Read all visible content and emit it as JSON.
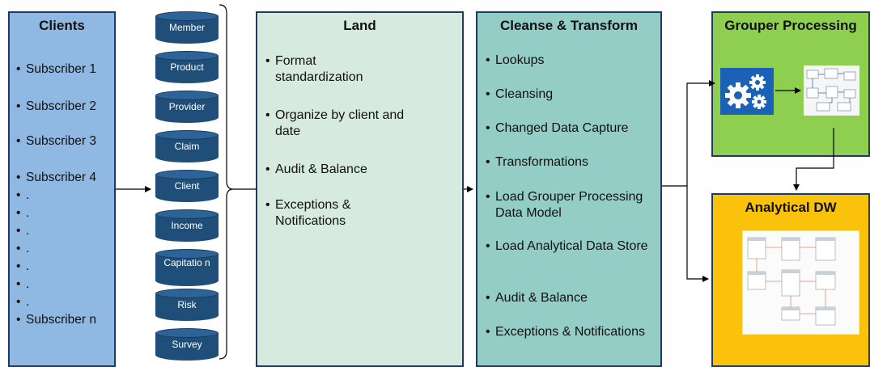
{
  "clients": {
    "title": "Clients",
    "items": [
      "Subscriber 1",
      "Subscriber 2",
      "Subscriber 3",
      "Subscriber 4",
      ".",
      ".",
      ".",
      ".",
      ".",
      ".",
      ".",
      "Subscriber n"
    ]
  },
  "databases": [
    "Member",
    "Product",
    "Provider",
    "Claim",
    "Client",
    "Income",
    "Capitatio n",
    "Risk",
    "Survey"
  ],
  "land": {
    "title": "Land",
    "items": [
      "Format standardization",
      "Organize by client and date",
      "Audit & Balance",
      "Exceptions & Notifications"
    ]
  },
  "cleanse": {
    "title": "Cleanse & Transform",
    "items": [
      "Lookups",
      "Cleansing",
      "Changed Data Capture",
      "Transformations",
      "Load Grouper Processing Data Model",
      "Load Analytical Data Store",
      "Audit & Balance",
      "Exceptions & Notifications"
    ]
  },
  "grouper": {
    "title": "Grouper Processing"
  },
  "analytical": {
    "title": "Analytical DW"
  },
  "colors": {
    "clients": "#8fb8e3",
    "land": "#d6eadf",
    "cleanse": "#93cdc6",
    "grouper": "#8ecf4f",
    "analytical": "#fbc20b",
    "database": "#1f4e79"
  },
  "icons": [
    "gears-icon",
    "process-diagram-icon",
    "er-diagram-icon"
  ]
}
